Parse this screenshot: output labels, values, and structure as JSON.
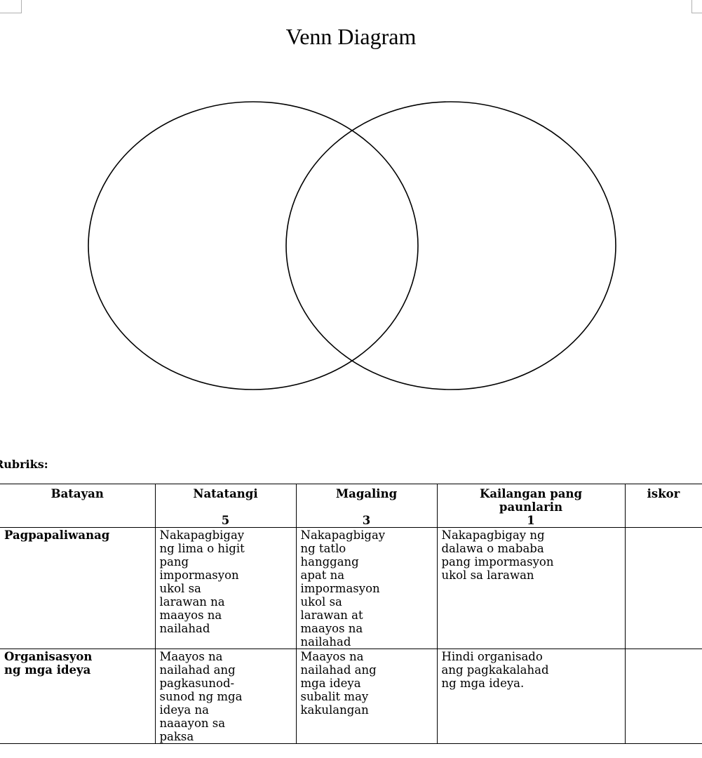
{
  "title": "Venn Diagram",
  "rubric": {
    "label": "Rubriks:",
    "headers": [
      {
        "label": "Batayan",
        "level": ""
      },
      {
        "label": "Natatangi",
        "level": "5"
      },
      {
        "label": "Magaling",
        "level": "3"
      },
      {
        "label": "Kailangan pang\npaunlarin",
        "level": "1"
      },
      {
        "label": "iskor",
        "level": ""
      }
    ],
    "rows": [
      {
        "criterion": "Pagpapaliwanag",
        "cells": [
          "Nakapagbigay\nng lima o higit\npang\nimpormasyon\nukol sa\nlarawan na\nmaayos na\nnailahad",
          "Nakapagbigay\nng tatlo\nhanggang\napat na\nimpormasyon\nukol sa\nlarawan at\nmaayos na\nnailahad",
          "Nakapagbigay ng\ndalawa o mababa\npang impormasyon\nukol sa larawan",
          ""
        ]
      },
      {
        "criterion": "Organisasyon\nng mga ideya",
        "cells": [
          "Maayos na\nnailahad ang\npagkasunod-\nsunod ng mga\nideya na\nnaaayon sa\npaksa",
          "Maayos na\nnailahad ang\nmga ideya\nsubalit may\nkakulangan",
          "Hindi organisado\nang pagkakalahad\nng mga ideya.",
          ""
        ]
      }
    ]
  }
}
